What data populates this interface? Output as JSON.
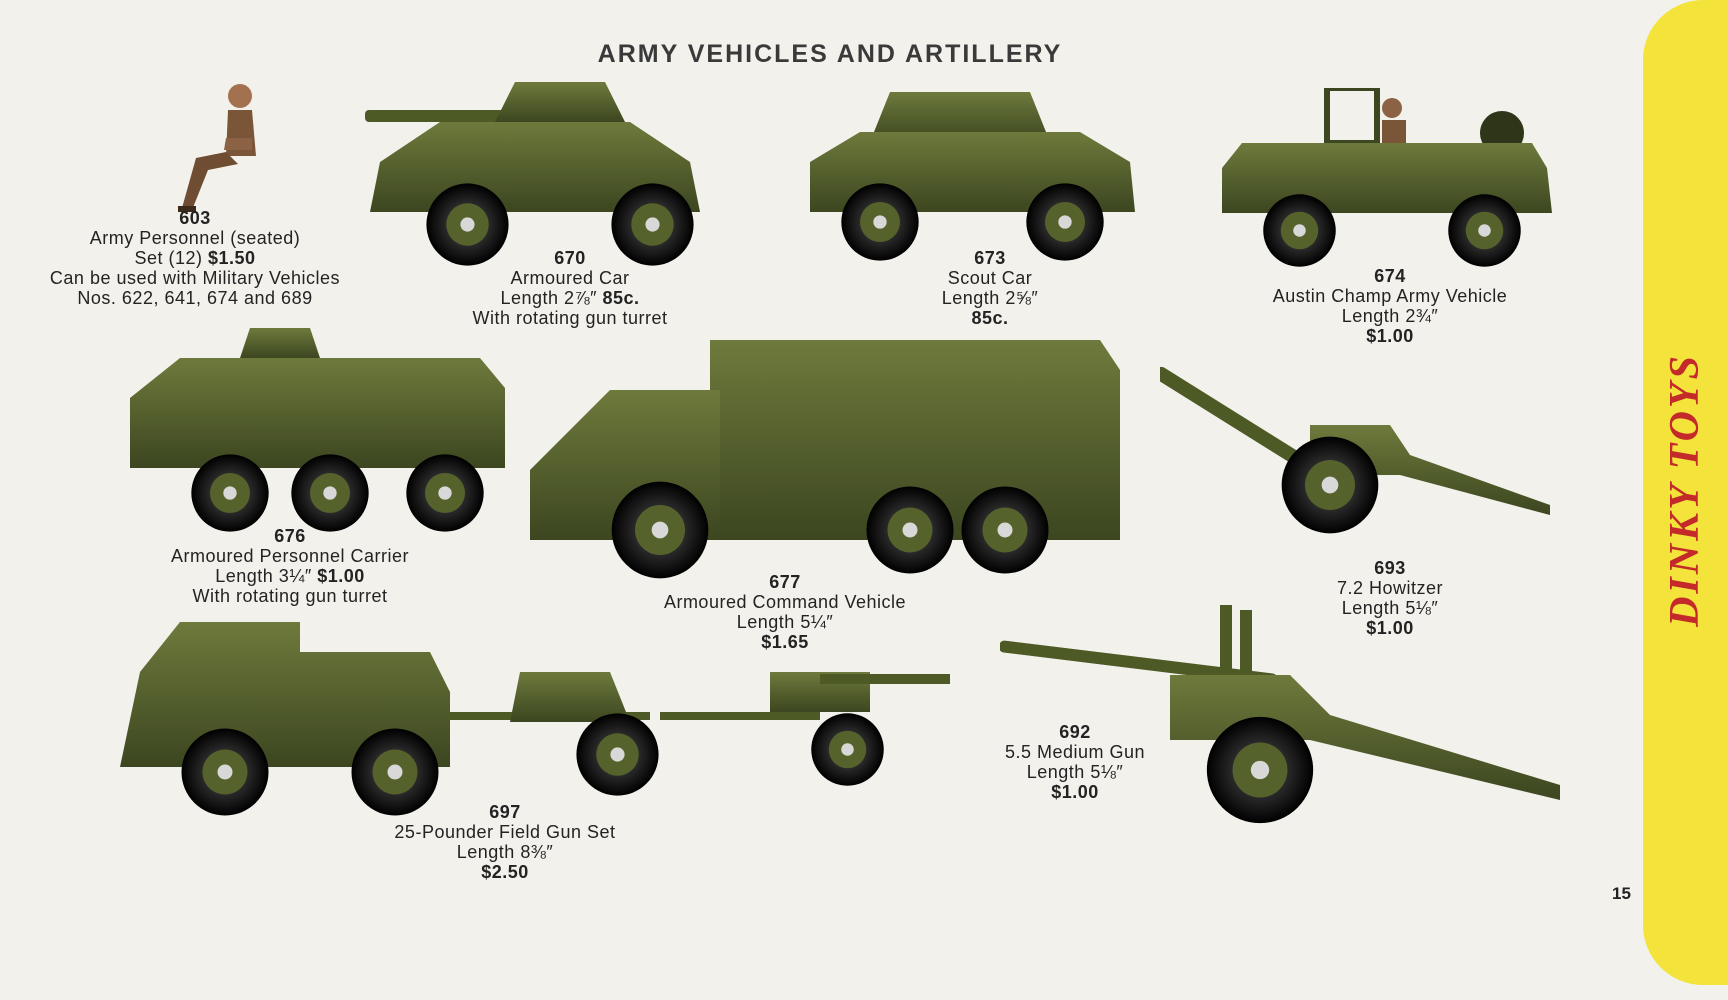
{
  "page": {
    "title": "ARMY VEHICLES AND ARTILLERY",
    "page_number": "15",
    "tab_label": "DINKY TOYS"
  },
  "colors": {
    "background": "#f3f1ec",
    "tab_yellow": "#f3e33a",
    "tab_text_red": "#c42a2a",
    "olive_green": "#4f5c2a"
  },
  "items": {
    "i603": {
      "no": "603",
      "line1": "Army Personnel (seated)",
      "line2_text": "Set (12) ",
      "line2_price": "$1.50",
      "line3": "Can be used with Military Vehicles",
      "line4": "Nos. 622, 641, 674 and 689"
    },
    "i670": {
      "no": "670",
      "line1": "Armoured Car",
      "line2_text": "Length 2⅞″  ",
      "line2_price": "85c.",
      "line3": "With rotating gun turret"
    },
    "i673": {
      "no": "673",
      "line1": "Scout Car",
      "line2": "Length 2⅝″",
      "price": "85c."
    },
    "i674": {
      "no": "674",
      "line1": "Austin Champ Army Vehicle",
      "line2": "Length 2¾″",
      "price": "$1.00"
    },
    "i676": {
      "no": "676",
      "line1": "Armoured Personnel Carrier",
      "line2_text": "Length 3¼″   ",
      "line2_price": "$1.00",
      "line3": "With rotating gun turret"
    },
    "i677": {
      "no": "677",
      "line1": "Armoured Command Vehicle",
      "line2": "Length 5¼″",
      "price": "$1.65"
    },
    "i693": {
      "no": "693",
      "line1": "7.2 Howitzer",
      "line2": "Length 5⅛″",
      "price": "$1.00"
    },
    "i692": {
      "no": "692",
      "line1": "5.5 Medium Gun",
      "line2": "Length 5⅛″",
      "price": "$1.00"
    },
    "i697": {
      "no": "697",
      "line1": "25-Pounder Field Gun Set",
      "line2": "Length 8⅜″",
      "price": "$2.50"
    }
  }
}
